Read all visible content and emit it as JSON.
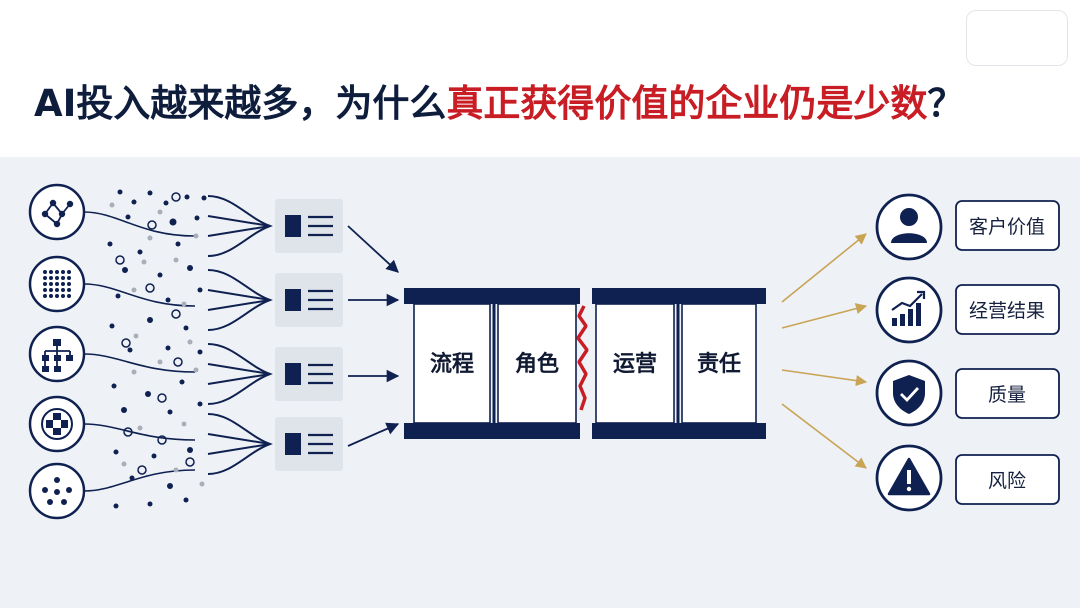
{
  "title": {
    "part1": "AI投入越来越多，为什么",
    "highlight": "真正获得价值的企业仍是少数",
    "part2": "？",
    "highlight_color": "#c81d25"
  },
  "left_icons": [
    {
      "icon": "network-nodes-icon"
    },
    {
      "icon": "dot-grid-icon"
    },
    {
      "icon": "org-chart-icon"
    },
    {
      "icon": "target-cross-icon"
    },
    {
      "icon": "scatter-cluster-icon"
    }
  ],
  "documents": [
    {
      "icon": "document-list-icon"
    },
    {
      "icon": "document-list-icon"
    },
    {
      "icon": "document-list-icon"
    },
    {
      "icon": "document-list-icon"
    }
  ],
  "bridge": {
    "cells": [
      "流程",
      "角色",
      "运营",
      "责任"
    ],
    "crack_color": "#c81d25"
  },
  "outcomes": [
    {
      "label": "客户价值",
      "icon": "person-icon"
    },
    {
      "label": "经营结果",
      "icon": "growth-chart-icon"
    },
    {
      "label": "质量",
      "icon": "shield-check-icon"
    },
    {
      "label": "风险",
      "icon": "warning-icon"
    }
  ],
  "colors": {
    "navy": "#0f2150",
    "gold_arrow": "#c9a455",
    "panel_bg": "#eef1f6"
  }
}
